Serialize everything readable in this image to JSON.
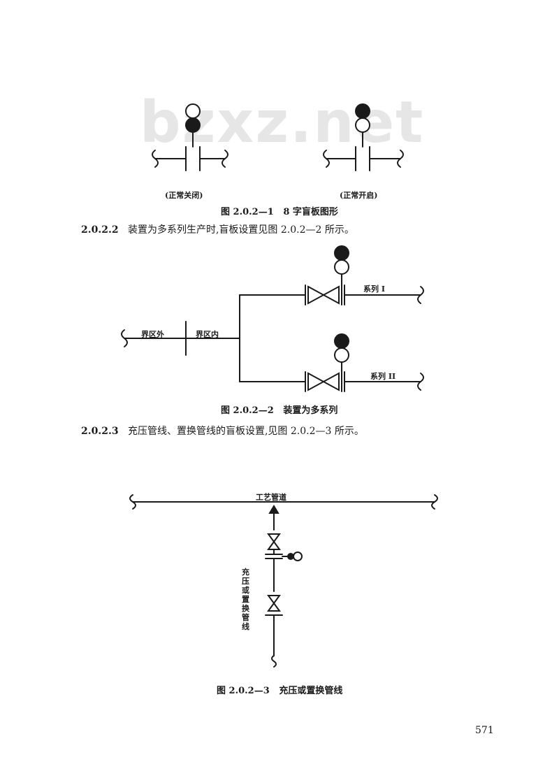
{
  "watermark": "bzxz.net",
  "fig1": {
    "label_closed": "(正常关闭)",
    "label_open": "(正常开启)",
    "caption_num": "图 2.0.2—1",
    "caption_text": "8 字盲板图形"
  },
  "para1": {
    "num": "2.0.2.2",
    "text": "装置为多系列生产时,盲板设置见图 2.0.2—2 所示。"
  },
  "fig2": {
    "outside": "界区外",
    "inside": "界区内",
    "series1": "系列 I",
    "series2": "系列 II",
    "caption_num": "图 2.0.2—2",
    "caption_text": "装置为多系列"
  },
  "para2": {
    "num": "2.0.2.3",
    "text": "充压管线、置换管线的盲板设置,见图 2.0.2—3 所示。"
  },
  "fig3": {
    "process_pipe": "工艺管道",
    "vertical_label": "充压或置换管线",
    "caption_num": "图 2.0.2—3",
    "caption_text": "充压或置换管线"
  },
  "page_number": "571"
}
